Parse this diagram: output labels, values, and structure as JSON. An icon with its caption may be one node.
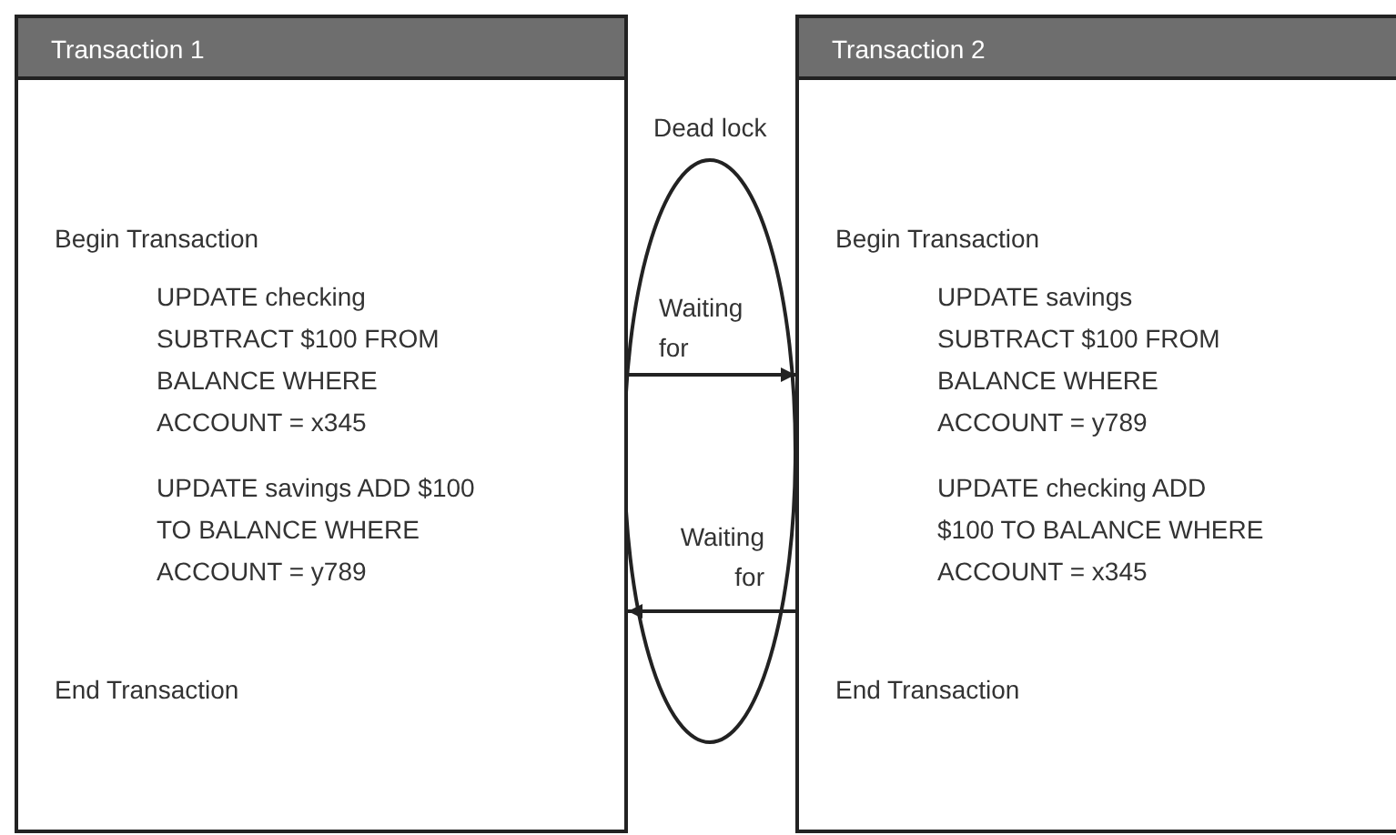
{
  "diagram": {
    "nodes": [
      {
        "text": [
          "Transaction 1",
          "Begin Transaction",
          "UPDATE checking SUBTRACT $100 FROM BALANCE WHERE ACCOUNT = x345",
          "UPDATE savings ADD $100 TO BALANCE WHERE ACCOUNT = y789",
          "End Transaction"
        ]
      },
      {
        "text": [
          "Transaction 2",
          "Begin Transaction",
          "UPDATE savings SUBTRACT $100 FROM BALANCE WHERE ACCOUNT = y789",
          "UPDATE checking ADD $100 TO BALANCE WHERE ACCOUNT = x345",
          "End Transaction"
        ]
      }
    ],
    "edges": [
      {
        "from": 0,
        "to": 1,
        "arrow": "to",
        "label": "Waiting for"
      },
      {
        "from": 1,
        "to": 0,
        "arrow": "to",
        "label": "Waiting for"
      }
    ],
    "labels": [
      "Dead lock"
    ]
  }
}
